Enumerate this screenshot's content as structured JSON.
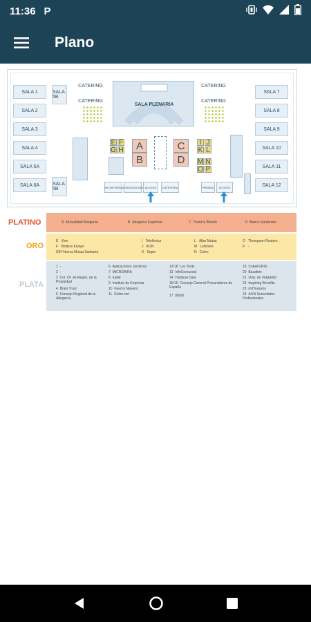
{
  "status": {
    "time": "11:36",
    "notif": "P"
  },
  "appbar": {
    "title": "Plano"
  },
  "plan": {
    "salas_left": [
      "SALA 1",
      "SALA 2",
      "SALA 3",
      "SALA 4",
      "SALA 5A",
      "SALA 6A"
    ],
    "salas_right": [
      "SALA 7",
      "SALA 8",
      "SALA 9",
      "SALA 10",
      "SALA 11",
      "SALA 12"
    ],
    "sala_5b": "SALA 5B",
    "sala_5b_bottom": "SALA 5B",
    "plenaria": "SALA PLENARIA",
    "catering_1": "CATERING",
    "catering_2": "CATERING",
    "catering_3": "CATERING",
    "catering_4": "CATERING",
    "stands_platino": [
      "A",
      "B",
      "C",
      "D"
    ],
    "stands_oro": [
      "E",
      "F",
      "G",
      "H",
      "I",
      "J",
      "K",
      "L",
      "M",
      "N",
      "O",
      "P"
    ],
    "bottom_boxes": [
      "SECRETARÍA",
      "ACREDITACIÓN",
      "ACCESO",
      "CAFETERÍA",
      "PRENSA",
      "ACCESO"
    ]
  },
  "legend": {
    "platino": {
      "label": "PLATINO",
      "items": [
        {
          "code": "A",
          "name": "Mutualidad Abogacía"
        },
        {
          "code": "B",
          "name": "Abogacía Española"
        },
        {
          "code": "C",
          "name": "Tirant lo Blanch"
        },
        {
          "code": "D",
          "name": "Banco Santander"
        }
      ]
    },
    "oro": {
      "label": "ORO",
      "items": [
        {
          "code": "E",
          "name": "Vlex"
        },
        {
          "code": "F",
          "name": "Wolters Kluwer"
        },
        {
          "code": "G/H",
          "name": "Nueva Mutua Sanitaria"
        },
        {
          "code": "I",
          "name": "Telefónica"
        },
        {
          "code": "J",
          "name": "AON"
        },
        {
          "code": "K",
          "name": "Sepin"
        },
        {
          "code": "L",
          "name": "Altar Mutua"
        },
        {
          "code": "M",
          "name": "Lefebvre"
        },
        {
          "code": "N",
          "name": "Colex"
        },
        {
          "code": "O",
          "name": "Thompson Reuters"
        },
        {
          "code": "P",
          "name": "-"
        }
      ]
    },
    "plata": {
      "label": "PLATA",
      "items": [
        {
          "code": "1",
          "name": "-"
        },
        {
          "code": "2",
          "name": "-"
        },
        {
          "code": "3",
          "name": "Col. Of. de Regist. de la Propiedad"
        },
        {
          "code": "4",
          "name": "Brain Trust"
        },
        {
          "code": "5",
          "name": "Consejo Regional de la Abogacía"
        },
        {
          "code": "6",
          "name": "Aplicaciones Jurídicas"
        },
        {
          "code": "7",
          "name": "MICROAIRA"
        },
        {
          "code": "8",
          "name": "Iustel"
        },
        {
          "code": "9",
          "name": "Instituto de Empresa"
        },
        {
          "code": "10",
          "name": "Fuerzo Navarro"
        },
        {
          "code": "11",
          "name": "Globo net"
        },
        {
          "code": "12/18",
          "name": "Lex Tools"
        },
        {
          "code": "13",
          "name": "InfoConcursal"
        },
        {
          "code": "14",
          "name": "Habitual Data"
        },
        {
          "code": "15/16",
          "name": "Consejo General Procuradores de España"
        },
        {
          "code": "17",
          "name": "Binbit"
        },
        {
          "code": "19",
          "name": "CobeFURIS"
        },
        {
          "code": "20",
          "name": "Basafnin"
        },
        {
          "code": "21",
          "name": "Univ. de Valladolid"
        },
        {
          "code": "22",
          "name": "Inspiring Benefits"
        },
        {
          "code": "23",
          "name": "mrHouseos"
        },
        {
          "code": "24",
          "name": "AON Sociedades Profesionales"
        }
      ]
    }
  },
  "colors": {
    "appbar": "#1d4356",
    "platino_band": "#f4b08e",
    "oro_band": "#fce7a6",
    "plata_band": "#dde5ec",
    "platino_text": "#e2502b",
    "oro_text": "#f0a21b",
    "plata_text": "#c2cad1"
  }
}
